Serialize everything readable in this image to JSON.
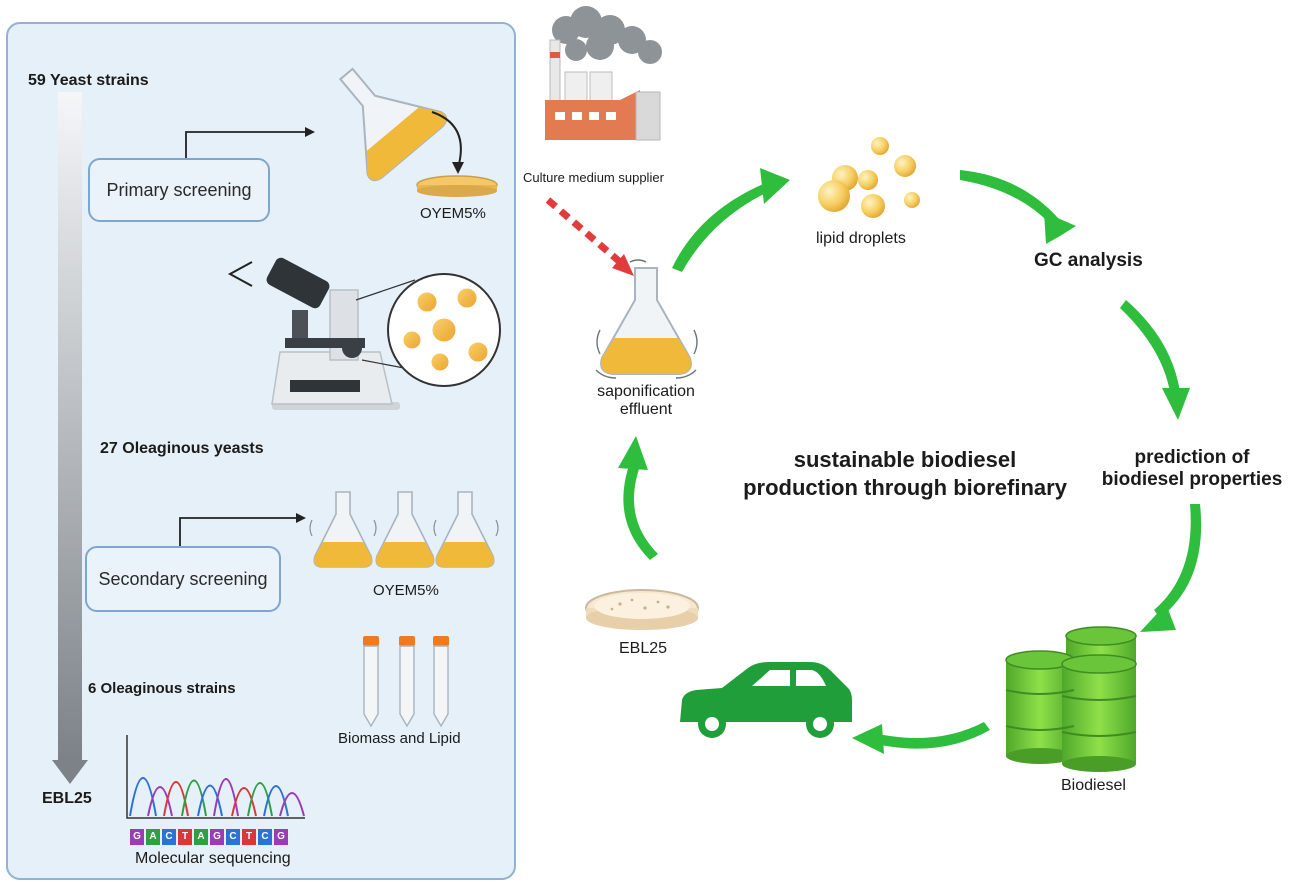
{
  "screening": {
    "yeast_strains": "59 Yeast strains",
    "primary_screening": "Primary screening",
    "oyem_primary": "OYEM5%",
    "oleaginous_yeasts": "27 Oleaginous yeasts",
    "secondary_screening": "Secondary screening",
    "oyem_secondary": "OYEM5%",
    "oleaginous_strains": "6  Oleaginous strains",
    "biomass_lipid": "Biomass and Lipid",
    "ebl25": "EBL25",
    "molecular_sequencing": "Molecular sequencing",
    "sequence_letters": [
      "G",
      "A",
      "C",
      "T",
      "A",
      "G",
      "C",
      "T",
      "C",
      "G"
    ]
  },
  "cycle": {
    "culture_medium_supplier": "Culture medium supplier",
    "lipid_droplets": "lipid droplets",
    "gc_analysis": "GC analysis",
    "prediction_line1": "prediction of",
    "prediction_line2": "biodiesel properties",
    "biodiesel": "Biodiesel",
    "saponification_line1": "saponification",
    "saponification_line2": "effluent",
    "ebl25": "EBL25",
    "center_line1": "sustainable biodiesel",
    "center_line2": "production through biorefinary"
  },
  "colors": {
    "arrow_green": "#2ebd3d",
    "panel_bg": "#e6f0f8",
    "panel_border": "#8fb2d6",
    "culture_yellow": "#f1b93a",
    "car_green": "#1f9e3a",
    "barrel_green": "#7fd33a",
    "dash_red": "#e23b3b"
  }
}
